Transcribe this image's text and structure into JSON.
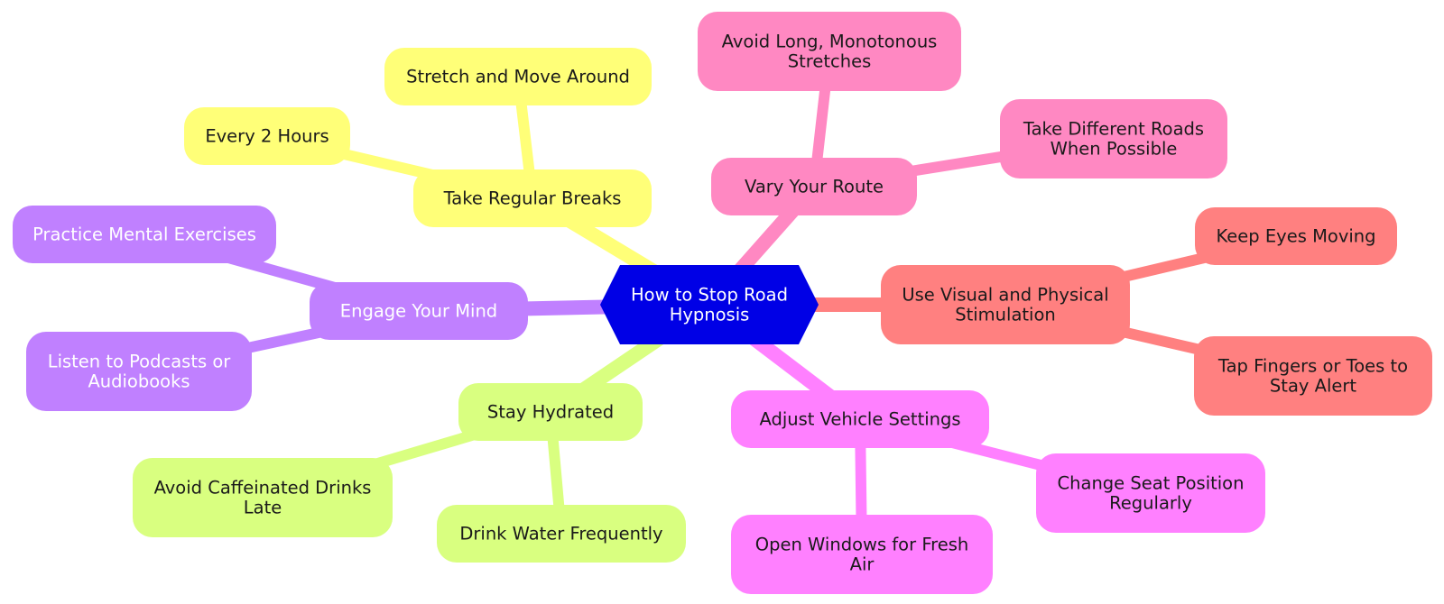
{
  "palette": {
    "background": "#ffffff",
    "root": "#0000e6",
    "yellow": "#ffff78",
    "pink": "#ff88c2",
    "salmon": "#ff8080",
    "magenta": "#ff80ff",
    "green": "#d9ff80",
    "purple": "#c080ff"
  },
  "root": {
    "label": "How to Stop Road Hypnosis",
    "lines": [
      "How to Stop Road",
      "Hypnosis"
    ],
    "text_color": "#ffffff"
  },
  "branches": [
    {
      "id": "breaks",
      "color": "yellow",
      "text_color": "#1a1a1a",
      "label": "Take Regular Breaks",
      "lines": [
        "Take Regular Breaks"
      ],
      "children": [
        {
          "id": "stretch",
          "label": "Stretch and Move Around",
          "lines": [
            "Stretch and Move Around"
          ]
        },
        {
          "id": "every2",
          "label": "Every 2 Hours",
          "lines": [
            "Every 2 Hours"
          ]
        }
      ]
    },
    {
      "id": "route",
      "color": "pink",
      "text_color": "#1a1a1a",
      "label": "Vary Your Route",
      "lines": [
        "Vary Your Route"
      ],
      "children": [
        {
          "id": "avoid-long",
          "label": "Avoid Long, Monotonous Stretches",
          "lines": [
            "Avoid Long, Monotonous",
            "Stretches"
          ]
        },
        {
          "id": "diff-roads",
          "label": "Take Different Roads When Possible",
          "lines": [
            "Take Different Roads",
            "When Possible"
          ]
        }
      ]
    },
    {
      "id": "visual",
      "color": "salmon",
      "text_color": "#1a1a1a",
      "label": "Use Visual and Physical Stimulation",
      "lines": [
        "Use Visual and Physical",
        "Stimulation"
      ],
      "children": [
        {
          "id": "eyes",
          "label": "Keep Eyes Moving",
          "lines": [
            "Keep Eyes Moving"
          ]
        },
        {
          "id": "tap",
          "label": "Tap Fingers or Toes to Stay Alert",
          "lines": [
            "Tap Fingers or Toes to",
            "Stay Alert"
          ]
        }
      ]
    },
    {
      "id": "vehicle",
      "color": "magenta",
      "text_color": "#1a1a1a",
      "label": "Adjust Vehicle Settings",
      "lines": [
        "Adjust Vehicle Settings"
      ],
      "children": [
        {
          "id": "windows",
          "label": "Open Windows for Fresh Air",
          "lines": [
            "Open Windows for Fresh",
            "Air"
          ]
        },
        {
          "id": "seat",
          "label": "Change Seat Position Regularly",
          "lines": [
            "Change Seat Position",
            "Regularly"
          ]
        }
      ]
    },
    {
      "id": "hydrated",
      "color": "green",
      "text_color": "#1a1a1a",
      "label": "Stay Hydrated",
      "lines": [
        "Stay Hydrated"
      ],
      "children": [
        {
          "id": "caffeine",
          "label": "Avoid Caffeinated Drinks Late",
          "lines": [
            "Avoid Caffeinated Drinks",
            "Late"
          ]
        },
        {
          "id": "water",
          "label": "Drink Water Frequently",
          "lines": [
            "Drink Water Frequently"
          ]
        }
      ]
    },
    {
      "id": "mind",
      "color": "purple",
      "text_color": "#ffffff",
      "label": "Engage Your Mind",
      "lines": [
        "Engage Your Mind"
      ],
      "children": [
        {
          "id": "mental",
          "label": "Practice Mental Exercises",
          "lines": [
            "Practice Mental Exercises"
          ]
        },
        {
          "id": "podcasts",
          "label": "Listen to Podcasts or Audiobooks",
          "lines": [
            "Listen to Podcasts or",
            "Audiobooks"
          ]
        }
      ]
    }
  ]
}
